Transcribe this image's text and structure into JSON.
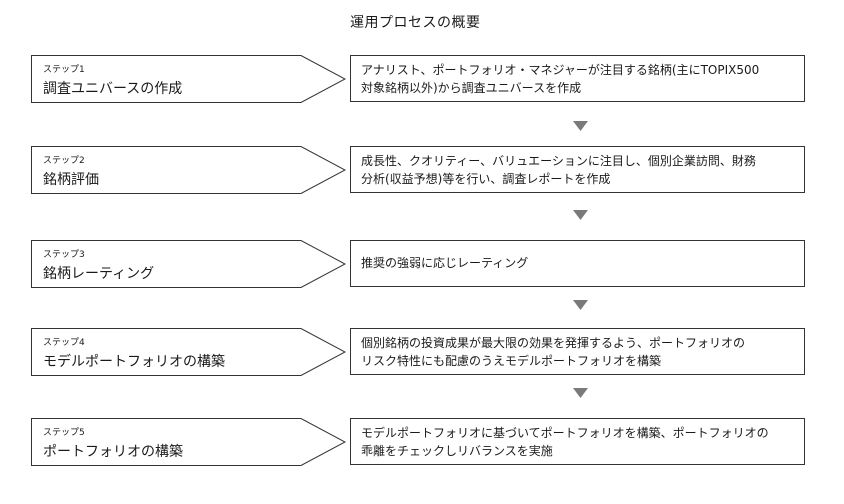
{
  "title": "運用プロセスの概要",
  "steps": [
    {
      "num": "ステップ1",
      "name": "調査ユニバースの作成",
      "desc": "アナリスト、ポートフォリオ・マネジャーが注目する銘柄(主にTOPIX500\n対象銘柄以外)から調査ユニバースを作成"
    },
    {
      "num": "ステップ2",
      "name": "銘柄評価",
      "desc": "成長性、クオリティー、バリュエーションに注目し、個別企業訪問、財務\n分析(収益予想)等を行い、調査レポートを作成"
    },
    {
      "num": "ステップ3",
      "name": "銘柄レーティング",
      "desc": "推奨の強弱に応じレーティング"
    },
    {
      "num": "ステップ4",
      "name": "モデルポートフォリオの構築",
      "desc": "個別銘柄の投資成果が最大限の効果を発揮するよう、ポートフォリオの\nリスク特性にも配慮のうえモデルポートフォリオを構築"
    },
    {
      "num": "ステップ5",
      "name": "ポートフォリオの構築",
      "desc": "モデルポートフォリオに基づいてポートフォリオを構築、ポートフォリオの\n乖離をチェックしリバランスを実施"
    }
  ],
  "colors": {
    "border": "#333333",
    "arrow": "#7a7a7a",
    "text": "#1a1a1a"
  },
  "icons": {
    "step_shape": "chevron-arrow",
    "flow_arrow": "triangle-down-icon"
  }
}
